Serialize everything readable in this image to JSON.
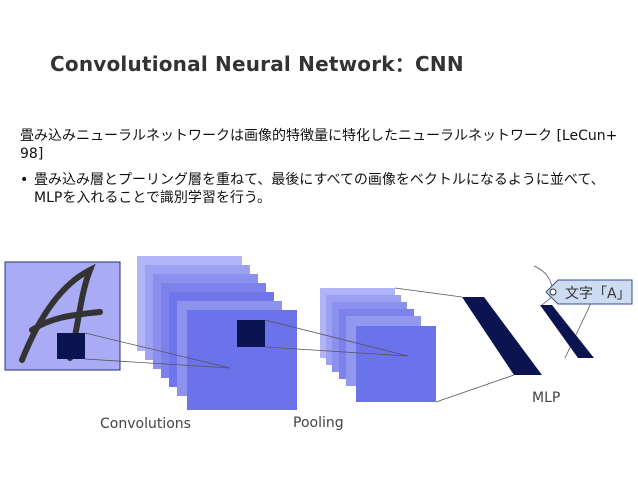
{
  "slide": {
    "title": "Convolutional Neural Network：CNN",
    "paragraph": "畳み込みニューラルネットワークは画像的特徴量に特化したニューラルネットワーク [LeCun+ 98]",
    "bullet": "畳み込み層とプーリング層を重ねて、最後にすべての画像をベクトルになるように並べて、MLPを入れることで識別学習を行う。"
  },
  "diagram": {
    "labels": {
      "convolutions": "Convolutions",
      "pooling": "Pooling",
      "mlp": "MLP",
      "output_tag": "文字「A」"
    },
    "input_letter": "A",
    "colors": {
      "input_bg": "#a9acf5",
      "layer_light": "#b1b4f6",
      "layer_mid": "#8f93ee",
      "layer_dark": "#6c72ea",
      "kernel": "#0a1450",
      "mlp_bar": "#0a1450"
    }
  }
}
